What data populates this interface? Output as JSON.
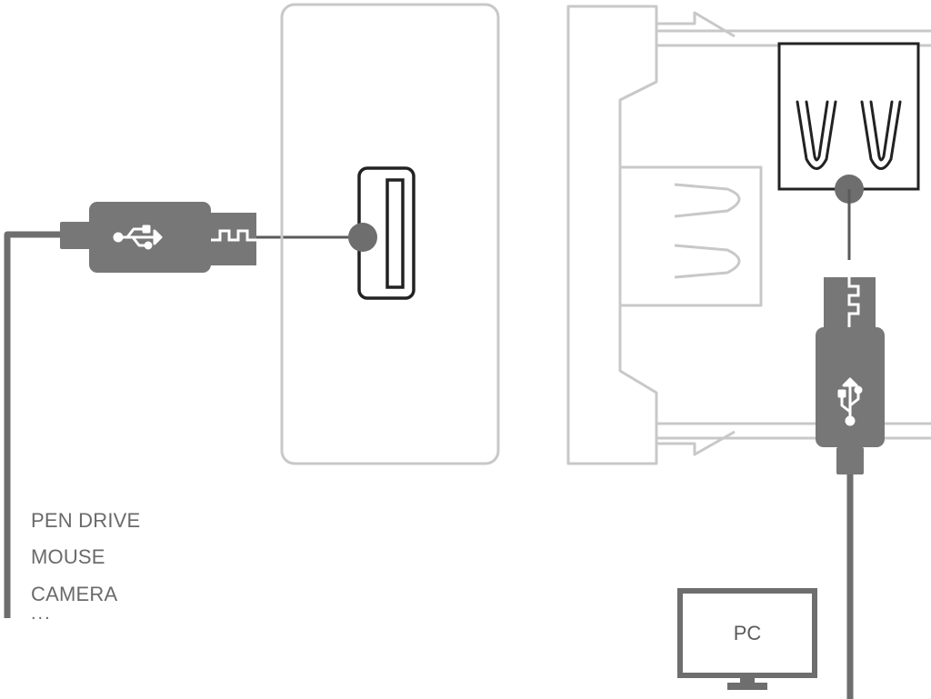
{
  "device_labels": [
    "PEN DRIVE",
    "MOUSE",
    "CAMERA",
    "..."
  ],
  "pc_label": "PC",
  "colors": {
    "outline": "#c8c8c8",
    "plug_body": "#777777",
    "cable": "#6e6e6e",
    "connector_lines": "#5a5a5a",
    "port": "#222222",
    "text": "#6a6a6a"
  },
  "icons": [
    "usb-symbol-icon",
    "monitor-icon"
  ]
}
